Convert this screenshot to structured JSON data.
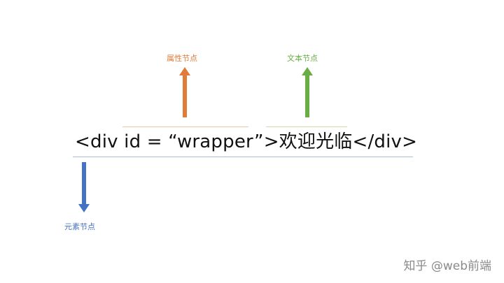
{
  "diagram": {
    "code": "<div id = “wrapper”>欢迎光临</div>",
    "labels": {
      "attribute": "属性节点",
      "text": "文本节点",
      "element": "元素节点"
    },
    "colors": {
      "attribute": "#e07b39",
      "text": "#6aad45",
      "element": "#4472c4",
      "underline_attr": "#e8c9a8",
      "underline_text": "#cfd9b0",
      "underline_elem": "#a9bcd8"
    }
  },
  "watermark": {
    "text": "知乎 @web前端"
  }
}
